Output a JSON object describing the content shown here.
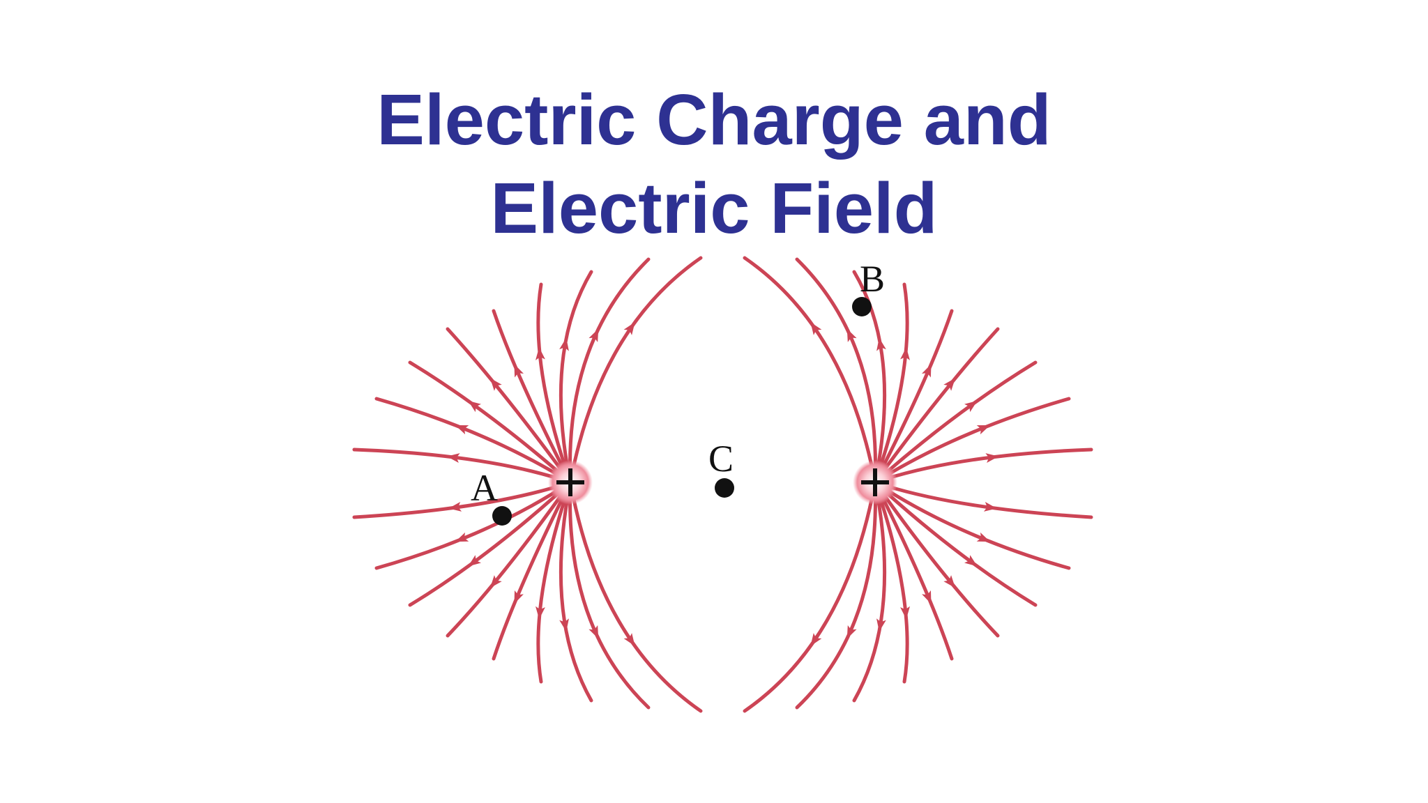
{
  "title": {
    "line1": "Electric Charge and",
    "line2": "Electric Field"
  },
  "diagram": {
    "charges": [
      {
        "sign": "+",
        "name": "left"
      },
      {
        "sign": "+",
        "name": "right"
      }
    ],
    "points": [
      {
        "label": "A"
      },
      {
        "label": "B"
      },
      {
        "label": "C"
      }
    ],
    "colors": {
      "field_line": "#cc4455",
      "title": "#2e3192",
      "charge_glow": "#f4a3b0",
      "point": "#111111"
    },
    "icons": {
      "charge": "positive-charge-icon",
      "arrow": "field-arrow-icon"
    }
  }
}
